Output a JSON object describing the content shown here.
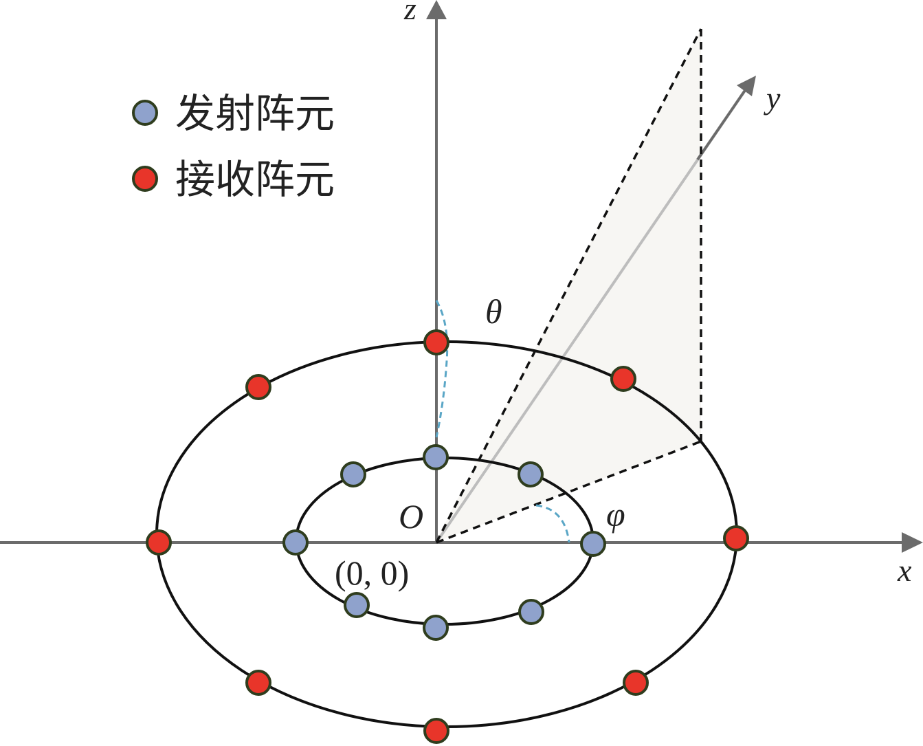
{
  "axes": {
    "x_label": "x",
    "y_label": "y",
    "z_label": "z",
    "origin_label": "O",
    "origin_coord": "(0, 0)"
  },
  "angles": {
    "theta_label": "θ",
    "phi_label": "φ"
  },
  "legend": {
    "transmit": {
      "label": "发射阵元",
      "color": "#8fa2cc"
    },
    "receive": {
      "label": "接收阵元",
      "color": "#e8352a"
    }
  },
  "arrays": {
    "transmit_element_count": 8,
    "receive_element_count": 8
  },
  "colors": {
    "axis": "#6b6b6b",
    "ring": "#111111",
    "element_outline": "#2f3d1e",
    "angle_arc": "#5aa6c6",
    "plane_fill": "#f7f6f3",
    "projection_line": "#bdbdbd"
  }
}
